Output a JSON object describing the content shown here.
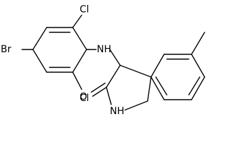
{
  "molecule": {
    "atoms": {
      "cl_top": "Cl",
      "cl_bottom": "Cl",
      "br": "Br",
      "nh_linker": "NH",
      "o": "O",
      "nh_ring": "NH"
    }
  }
}
